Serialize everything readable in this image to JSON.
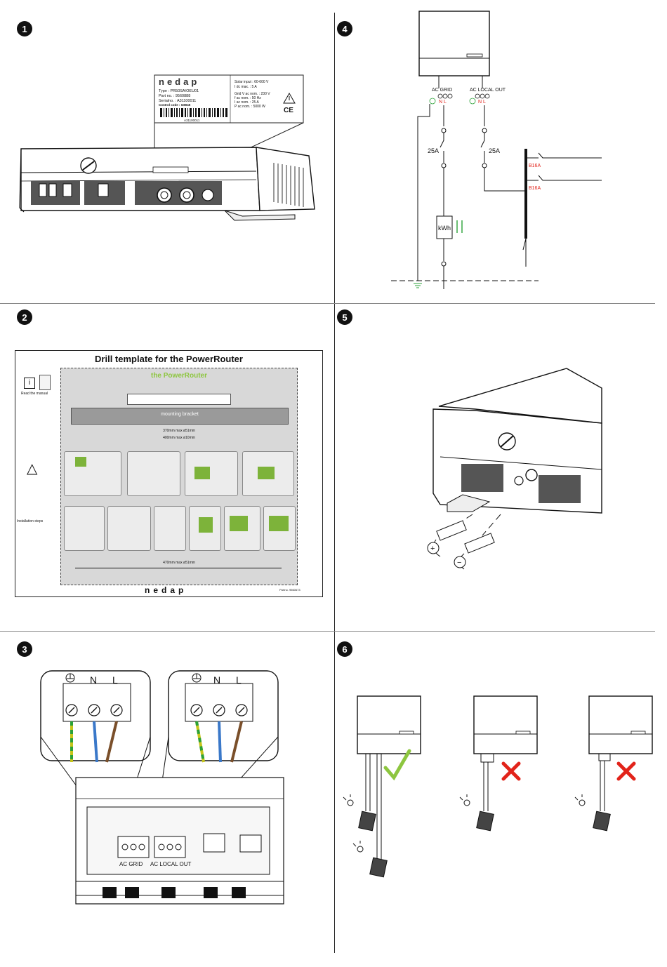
{
  "steps": {
    "s1": "1",
    "s2": "2",
    "s3": "3",
    "s4": "4",
    "s5": "5",
    "s6": "6"
  },
  "label": {
    "brand": "nedap",
    "type": "Type       : PR50SA/OEU01",
    "part": "Part no.  : 9560888",
    "serial": "Serialno. : A31100011",
    "control": "Control code : G8045",
    "solar1": "Solar input     : 60-600 V",
    "solar2": "  I dc max.       : 5 A",
    "grid1": "Grid V ac nom. : 230 V",
    "grid2": "f ac nom.          : 50 Hz",
    "grid3": "I ac nom.          : 25 A",
    "grid4": "P ac nom.          : 5000 W",
    "barcode_number": "A31100011"
  },
  "schematic": {
    "ac_grid": "AC GRID",
    "ac_local_out": "AC LOCAL OUT",
    "nl1": "N L",
    "nl2": "N L",
    "breaker1": "25A",
    "breaker2": "25A",
    "meter": "kWh",
    "b16a_1": "B16A",
    "b16a_2": "B16A"
  },
  "template": {
    "title": "Drill template for the PowerRouter",
    "subtitle": "the PowerRouter",
    "bracket": "mounting bracket",
    "dim1": "370mm  max ø51mm",
    "dim2": "400mm  max ø10mm",
    "dim3": "470mm  max ø51mm",
    "install_steps": "Installation steps",
    "read_manual": "Read the manual",
    "footer_brand": "nedap",
    "footer_code": "Partno. 9560673"
  },
  "wiring": {
    "n1": "N",
    "l1": "L",
    "n2": "N",
    "l2": "L",
    "ac_grid": "AC GRID",
    "ac_local_out": "AC LOCAL OUT"
  },
  "connectors": {
    "plus": "+",
    "minus": "−"
  },
  "colors": {
    "green_check": "#8dc63f",
    "red_cross": "#e2231a",
    "template_bg": "#d8d8d8",
    "bracket": "#9a9a9a",
    "module_green": "#7db33a"
  }
}
